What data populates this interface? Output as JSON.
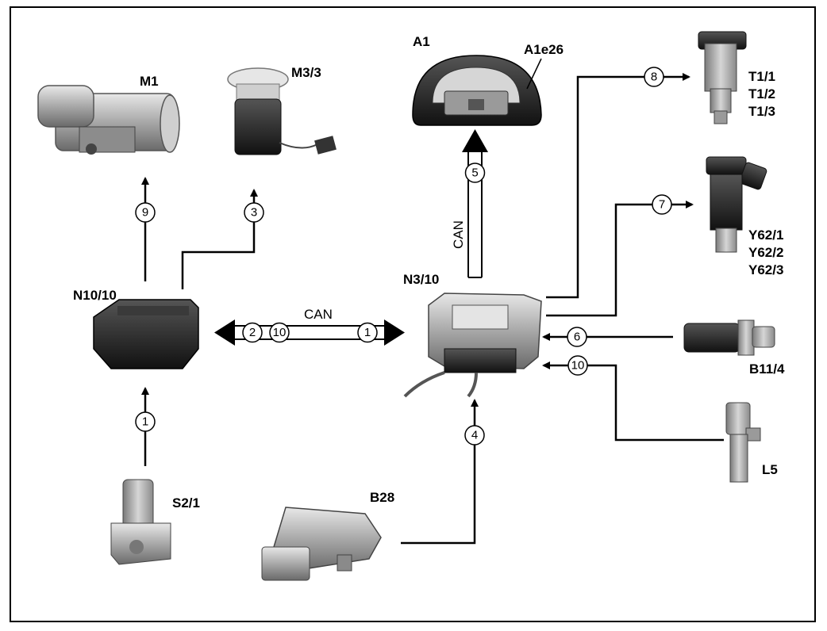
{
  "components": {
    "m1": "M1",
    "m3_3": "M3/3",
    "a1": "A1",
    "a1e26": "A1e26",
    "t1_1": "T1/1",
    "t1_2": "T1/2",
    "t1_3": "T1/3",
    "y62_1": "Y62/1",
    "y62_2": "Y62/2",
    "y62_3": "Y62/3",
    "n10_10": "N10/10",
    "n3_10": "N3/10",
    "b11_4": "B11/4",
    "l5": "L5",
    "s2_1": "S2/1",
    "b28": "B28"
  },
  "bus_labels": {
    "can_horizontal": "CAN",
    "can_vertical": "CAN"
  },
  "signals": {
    "s9": "9",
    "s3": "3",
    "s5": "5",
    "s8": "8",
    "s7": "7",
    "s2": "2",
    "s10_can": "10",
    "s1_can": "1",
    "s6": "6",
    "s10_l5": "10",
    "s1_s2": "1",
    "s4": "4"
  },
  "colors": {
    "line": "#000000",
    "component_dark": "#2a2a2a",
    "component_metal": "#b8b8b8",
    "component_light": "#d9d9d9"
  }
}
